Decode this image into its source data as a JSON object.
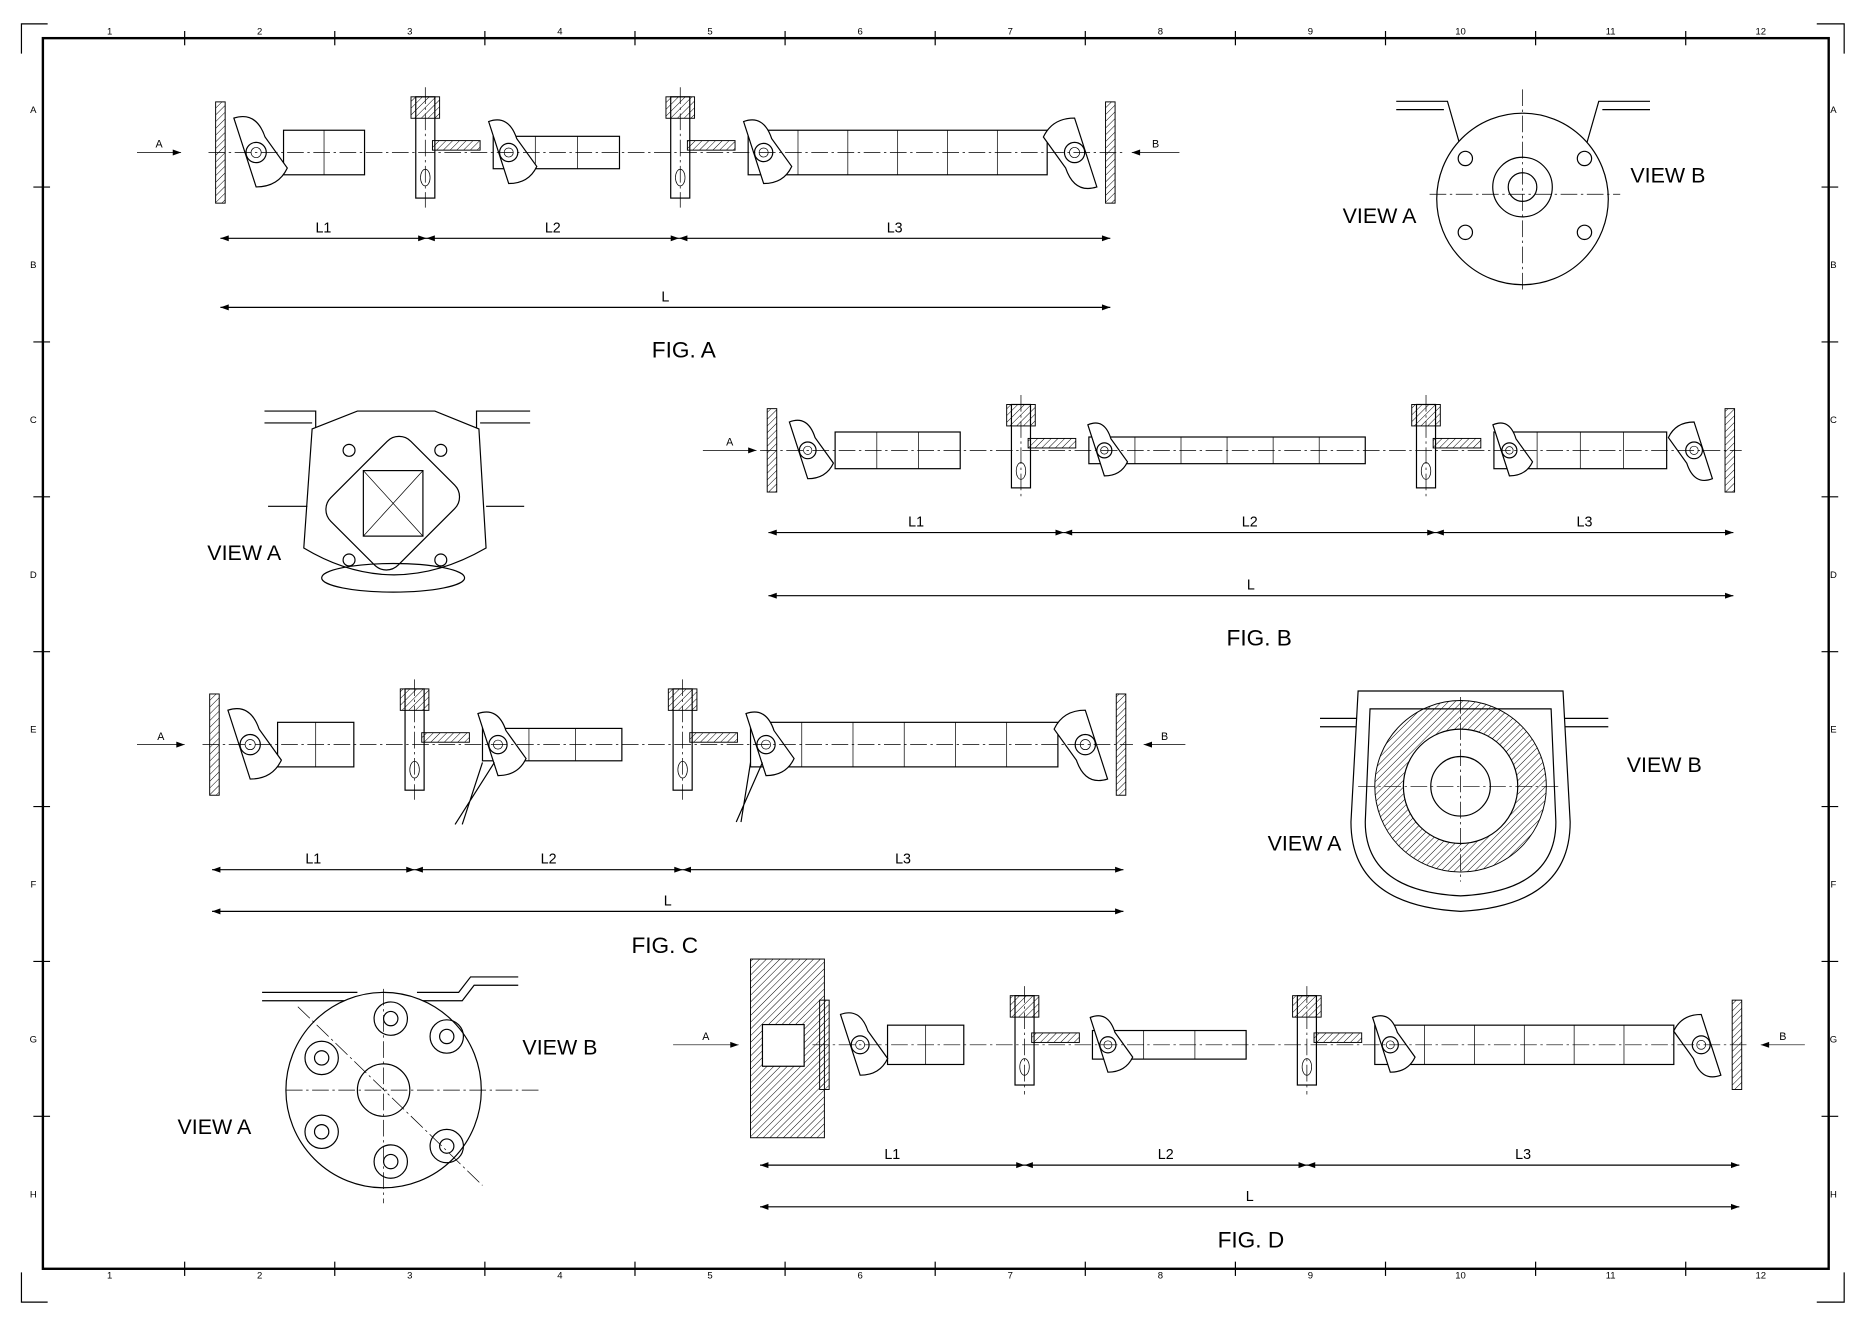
{
  "sheet": {
    "columns": [
      "1",
      "2",
      "3",
      "4",
      "5",
      "6",
      "7",
      "8",
      "9",
      "10",
      "11",
      "12"
    ],
    "rows": [
      "A",
      "B",
      "C",
      "D",
      "E",
      "F",
      "G",
      "H"
    ]
  },
  "figures": {
    "a": {
      "title": "FIG. A",
      "dims": {
        "l1": "L1",
        "l2": "L2",
        "l3": "L3",
        "l": "L"
      },
      "arrow_left": "A",
      "arrow_right": "B",
      "view_b": "VIEW B",
      "view_a": "VIEW A"
    },
    "b": {
      "title": "FIG. B",
      "dims": {
        "l1": "L1",
        "l2": "L2",
        "l3": "L3",
        "l": "L"
      },
      "arrow_left": "A",
      "view_a": "VIEW A"
    },
    "c": {
      "title": "FIG. C",
      "dims": {
        "l1": "L1",
        "l2": "L2",
        "l3": "L3",
        "l": "L"
      },
      "arrow_left": "A",
      "arrow_right": "B",
      "view_b": "VIEW B",
      "view_a": "VIEW A"
    },
    "d": {
      "title": "FIG. D",
      "dims": {
        "l1": "L1",
        "l2": "L2",
        "l3": "L3",
        "l": "L"
      },
      "arrow_left": "A",
      "arrow_right": "B",
      "view_b": "VIEW B",
      "view_a": "VIEW A"
    }
  }
}
